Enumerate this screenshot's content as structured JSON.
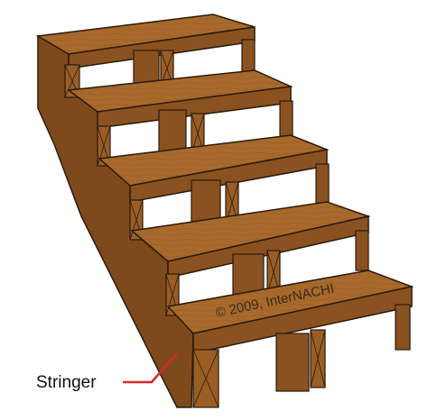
{
  "diagram": {
    "copyright_text": "© 2009, InterNACHI",
    "callout_label": "Stringer",
    "step_count": 5
  },
  "colors": {
    "tread_top": "#a86a2c",
    "tread_front": "#8a5220",
    "stringer_side": "#7e4a1c",
    "stringer_front": "#9a5e25",
    "outline": "#2a1a0c",
    "leader_line": "#d22a2a"
  }
}
